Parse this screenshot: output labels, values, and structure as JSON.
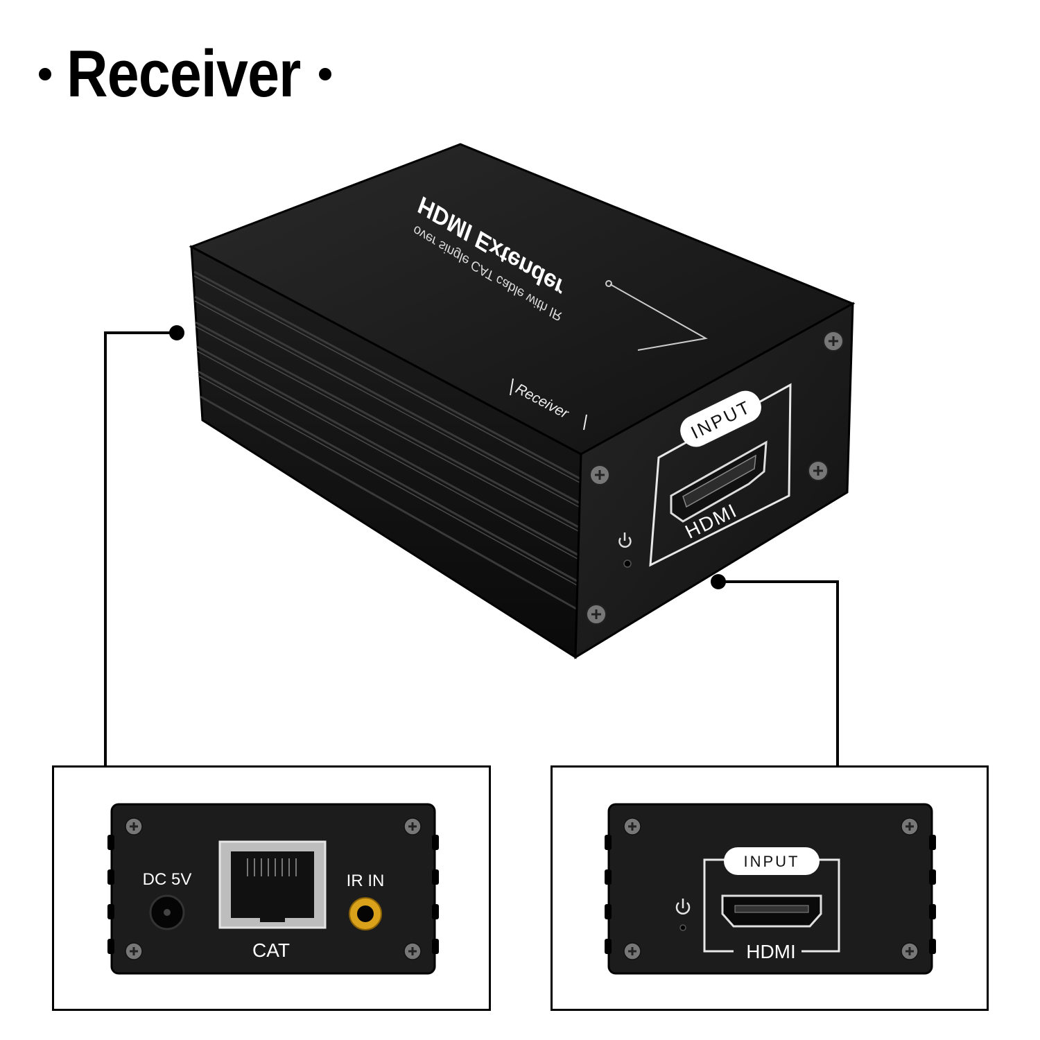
{
  "header": {
    "title": "Receiver"
  },
  "device": {
    "top_label": "HDMI Extender",
    "top_sublabel": "over single CAT cable with IR",
    "side_tag": "Receiver",
    "input_tab": "INPUT",
    "hdmi_label": "HDMI"
  },
  "rear_panel": {
    "dc_label": "DC 5V",
    "cat_label": "CAT",
    "ir_label": "IR IN"
  },
  "front_panel": {
    "input_tab": "INPUT",
    "hdmi_label": "HDMI"
  },
  "colors": {
    "device_body": "#141414",
    "panel": "#1c1c1c",
    "ir_jack": "#d9a21a",
    "lines": "#000000"
  },
  "icons": [
    "power-icon",
    "screw-icon",
    "hdmi-port-icon",
    "rj45-port-icon",
    "dc-jack-icon"
  ]
}
